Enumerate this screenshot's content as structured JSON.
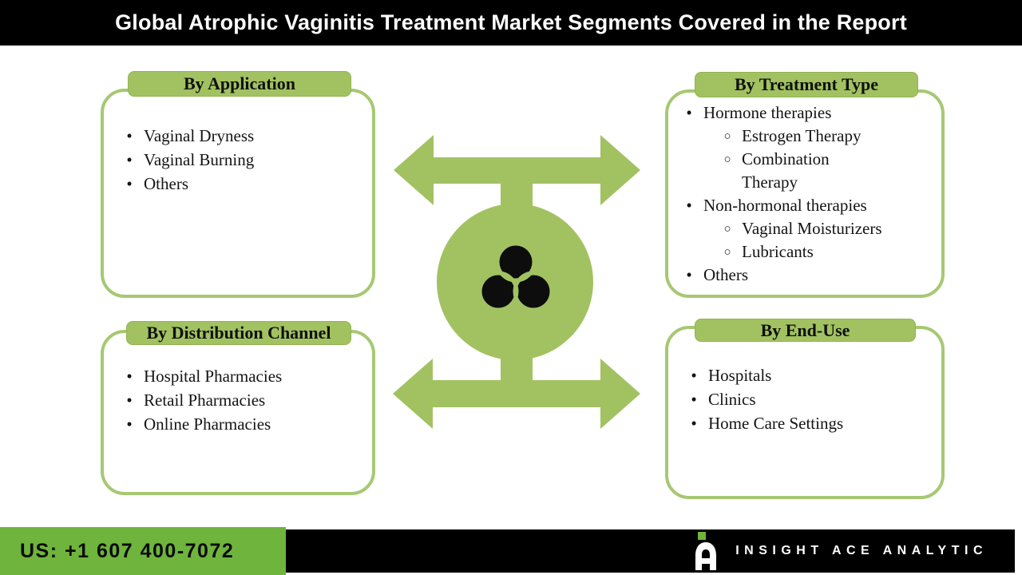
{
  "title": "Global Atrophic Vaginitis Treatment Market Segments Covered in the Report",
  "colors": {
    "diagram_green": "#a2c262",
    "box_border_green": "#a6c873",
    "footer_green": "#6fb43c",
    "bar_black": "#000000",
    "text_white": "#ffffff",
    "text_black": "#141414"
  },
  "boxes": {
    "application": {
      "title": "By Application",
      "items": [
        "Vaginal Dryness",
        "Vaginal Burning",
        "Others"
      ]
    },
    "treatment": {
      "title": "By Treatment Type",
      "items": [
        {
          "label": "Hormone therapies",
          "children": [
            "Estrogen Therapy",
            "Combination\nTherapy"
          ]
        },
        {
          "label": "Non-hormonal therapies",
          "children": [
            "Vaginal Moisturizers",
            "Lubricants"
          ]
        },
        {
          "label": "Others",
          "children": []
        }
      ]
    },
    "distribution": {
      "title": "By Distribution Channel",
      "items": [
        "Hospital Pharmacies",
        "Retail Pharmacies",
        "Online Pharmacies"
      ]
    },
    "enduse": {
      "title": "By End-Use",
      "items": [
        "Hospitals",
        "Clinics",
        "Home Care Settings"
      ]
    }
  },
  "center": {
    "icon": "venn-diagram-icon",
    "arrow_icon": "double-headed-arrow-icon"
  },
  "footer": {
    "phone": "US: +1 607 400-7072",
    "brand": "INSIGHT ACE ANALYTIC"
  }
}
